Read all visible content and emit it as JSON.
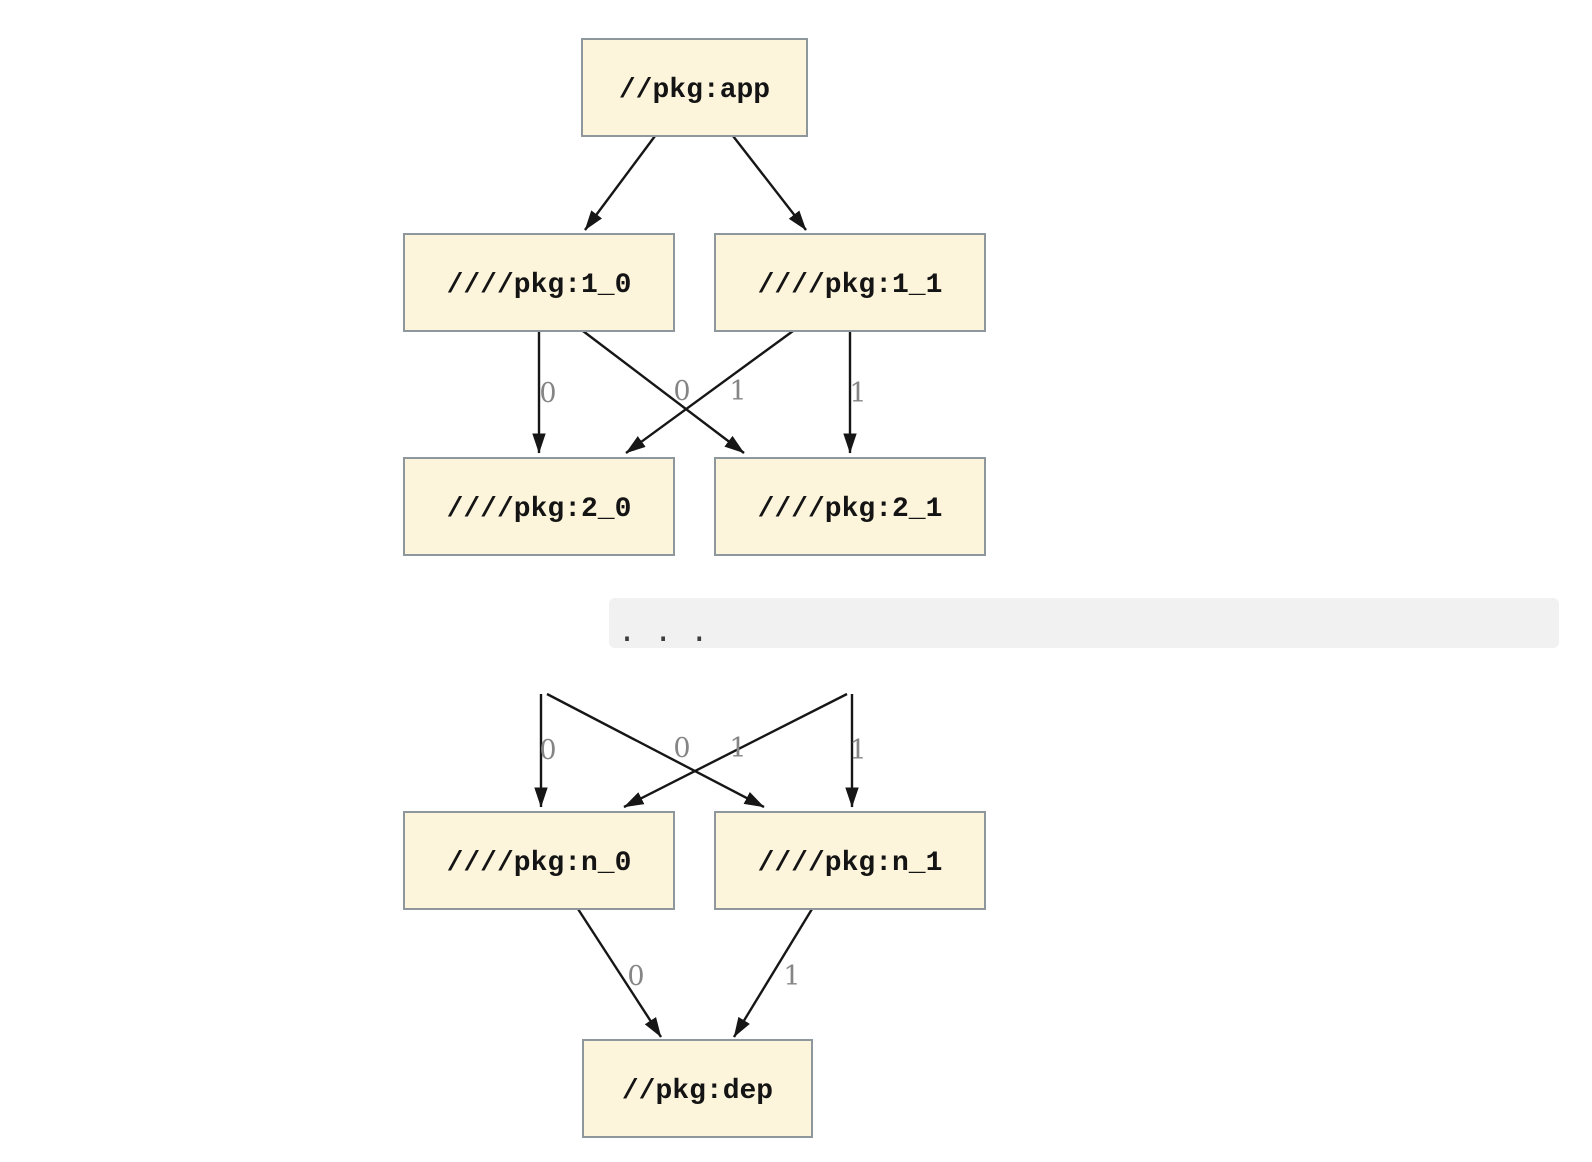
{
  "diagram": {
    "type": "dependency-graph",
    "colors": {
      "background": "#ffffff",
      "node_fill": "#fcf5dc",
      "node_border": "#8e979c",
      "edge": "#161616",
      "edge_label": "#858585",
      "ellipsis_band": "#f1f1f1",
      "ellipsis_dots": "#3d3d3d"
    },
    "nodes": [
      {
        "id": "app",
        "label": "//pkg:app"
      },
      {
        "id": "1_0",
        "label": "////pkg:1_0"
      },
      {
        "id": "1_1",
        "label": "////pkg:1_1"
      },
      {
        "id": "2_0",
        "label": "////pkg:2_0"
      },
      {
        "id": "2_1",
        "label": "////pkg:2_1"
      },
      {
        "id": "n_0",
        "label": "////pkg:n_0"
      },
      {
        "id": "n_1",
        "label": "////pkg:n_1"
      },
      {
        "id": "dep",
        "label": "//pkg:dep"
      }
    ],
    "ellipsis": ". . .",
    "edges": [
      {
        "from": "//pkg:app",
        "to": "////pkg:1_0",
        "label": ""
      },
      {
        "from": "//pkg:app",
        "to": "////pkg:1_1",
        "label": ""
      },
      {
        "from": "////pkg:1_0",
        "to": "////pkg:2_0",
        "label": "0"
      },
      {
        "from": "////pkg:1_0",
        "to": "////pkg:2_1",
        "label": "0"
      },
      {
        "from": "////pkg:1_1",
        "to": "////pkg:2_0",
        "label": "1"
      },
      {
        "from": "////pkg:1_1",
        "to": "////pkg:2_1",
        "label": "1"
      },
      {
        "from": "…",
        "to": "////pkg:n_0",
        "label": "0"
      },
      {
        "from": "…",
        "to": "////pkg:n_1",
        "label": "0"
      },
      {
        "from": "…",
        "to": "////pkg:n_0",
        "label": "1"
      },
      {
        "from": "…",
        "to": "////pkg:n_1",
        "label": "1"
      },
      {
        "from": "////pkg:n_0",
        "to": "//pkg:dep",
        "label": "0"
      },
      {
        "from": "////pkg:n_1",
        "to": "//pkg:dep",
        "label": "1"
      }
    ]
  }
}
